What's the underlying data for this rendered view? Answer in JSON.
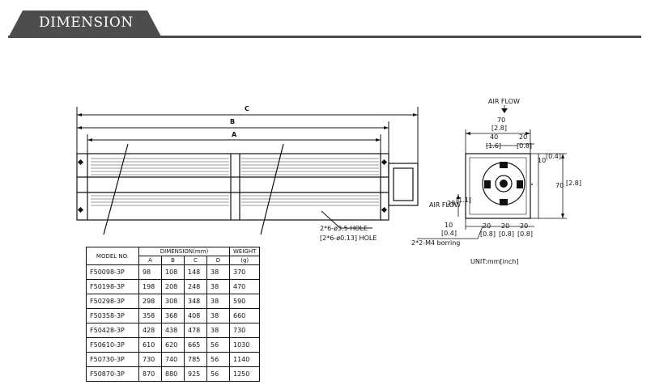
{
  "header": {
    "title": "DIMENSION"
  },
  "front_view": {
    "dim_c": "C",
    "dim_b": "B",
    "dim_a": "A",
    "hole_note": "2*6-ø3.5 HOLE",
    "hole_note_inch": "[2*6-ø0.13] HOLE"
  },
  "side_view": {
    "airflow_top": "AIR FLOW",
    "width_mm": "70",
    "width_in": "[2.8]",
    "top_40_mm": "40",
    "top_40_in": "[1.6]",
    "top_20_mm": "20",
    "top_20_in": "[0.8]",
    "right_10_mm": "10",
    "right_10_in": "[0.4]",
    "height_mm": "70",
    "height_in": "[2.8]",
    "airflow_left": "AIR FLOW",
    "left_28_mm": "28",
    "left_28_in": "[1.1]",
    "bottom_10_mm": "10",
    "bottom_10_in": "[0.4]",
    "bottom_dims_mm": [
      "20",
      "20",
      "20"
    ],
    "bottom_dims_in": [
      "[0.8]",
      "[0.8]",
      "[0.8]"
    ],
    "boring_note": "2*2-M4 borring",
    "unit_note": "UNIT:mm[inch]"
  },
  "table": {
    "model_header": "MODEL NO.",
    "dimension_header": "DIMENSION(mm)",
    "weight_header": "WEIGHT",
    "weight_unit": "(g)",
    "col_a": "A",
    "col_b": "B",
    "col_c": "C",
    "col_d": "D",
    "rows": [
      {
        "model": "F50098-3P",
        "a": "98",
        "b": "108",
        "c": "148",
        "d": "38",
        "w": "370"
      },
      {
        "model": "F50198-3P",
        "a": "198",
        "b": "208",
        "c": "248",
        "d": "38",
        "w": "470"
      },
      {
        "model": "F50298-3P",
        "a": "298",
        "b": "308",
        "c": "348",
        "d": "38",
        "w": "590"
      },
      {
        "model": "F50358-3P",
        "a": "358",
        "b": "368",
        "c": "408",
        "d": "38",
        "w": "660"
      },
      {
        "model": "F50428-3P",
        "a": "428",
        "b": "438",
        "c": "478",
        "d": "38",
        "w": "730"
      },
      {
        "model": "F50610-3P",
        "a": "610",
        "b": "620",
        "c": "665",
        "d": "56",
        "w": "1030"
      },
      {
        "model": "F50730-3P",
        "a": "730",
        "b": "740",
        "c": "785",
        "d": "56",
        "w": "1140"
      },
      {
        "model": "F50870-3P",
        "a": "870",
        "b": "880",
        "c": "925",
        "d": "56",
        "w": "1250"
      }
    ]
  }
}
